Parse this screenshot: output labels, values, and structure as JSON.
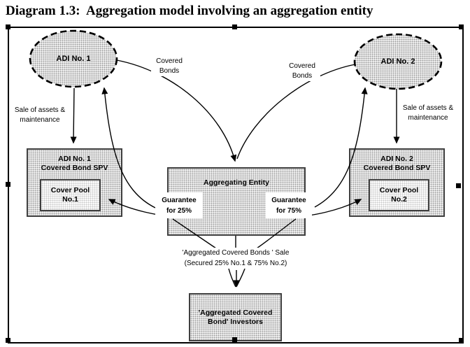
{
  "title": "Diagram 1.3:  Aggregation model involving an aggregation entity",
  "nodes": {
    "adi1": {
      "label": "ADI No. 1"
    },
    "adi2": {
      "label": "ADI No. 2"
    },
    "spv1": {
      "line1": "ADI No. 1",
      "line2": "Covered Bond SPV",
      "pool_line1": "Cover Pool",
      "pool_line2": "No.1"
    },
    "spv2": {
      "line1": "ADI No. 2",
      "line2": "Covered Bond SPV",
      "pool_line1": "Cover Pool",
      "pool_line2": "No.2"
    },
    "aggregating_entity": {
      "label": "Aggregating Entity"
    },
    "investors": {
      "line1": "'Aggregated Covered",
      "line2": "Bond' Investors"
    }
  },
  "labels": {
    "covered_bonds_left": {
      "line1": "Covered",
      "line2": "Bonds"
    },
    "covered_bonds_right": {
      "line1": "Covered",
      "line2": "Bonds"
    },
    "sale_assets_left": {
      "line1": "Sale of assets &",
      "line2": "maintenance"
    },
    "sale_assets_right": {
      "line1": "Sale of assets &",
      "line2": "maintenance"
    },
    "guarantee_left": {
      "line1": "Guarantee",
      "line2": "for 25%"
    },
    "guarantee_right": {
      "line1": "Guarantee",
      "line2": "for 75%"
    },
    "sale_text": {
      "line1": "'Aggregated Covered Bonds ' Sale",
      "line2": "(Secured 25% No.1 & 75% No.2)"
    }
  },
  "colors": {
    "line": "#000000",
    "box_border": "#3f3f3f",
    "fill_dot": "#9b9b9b",
    "handle": "#000000"
  }
}
